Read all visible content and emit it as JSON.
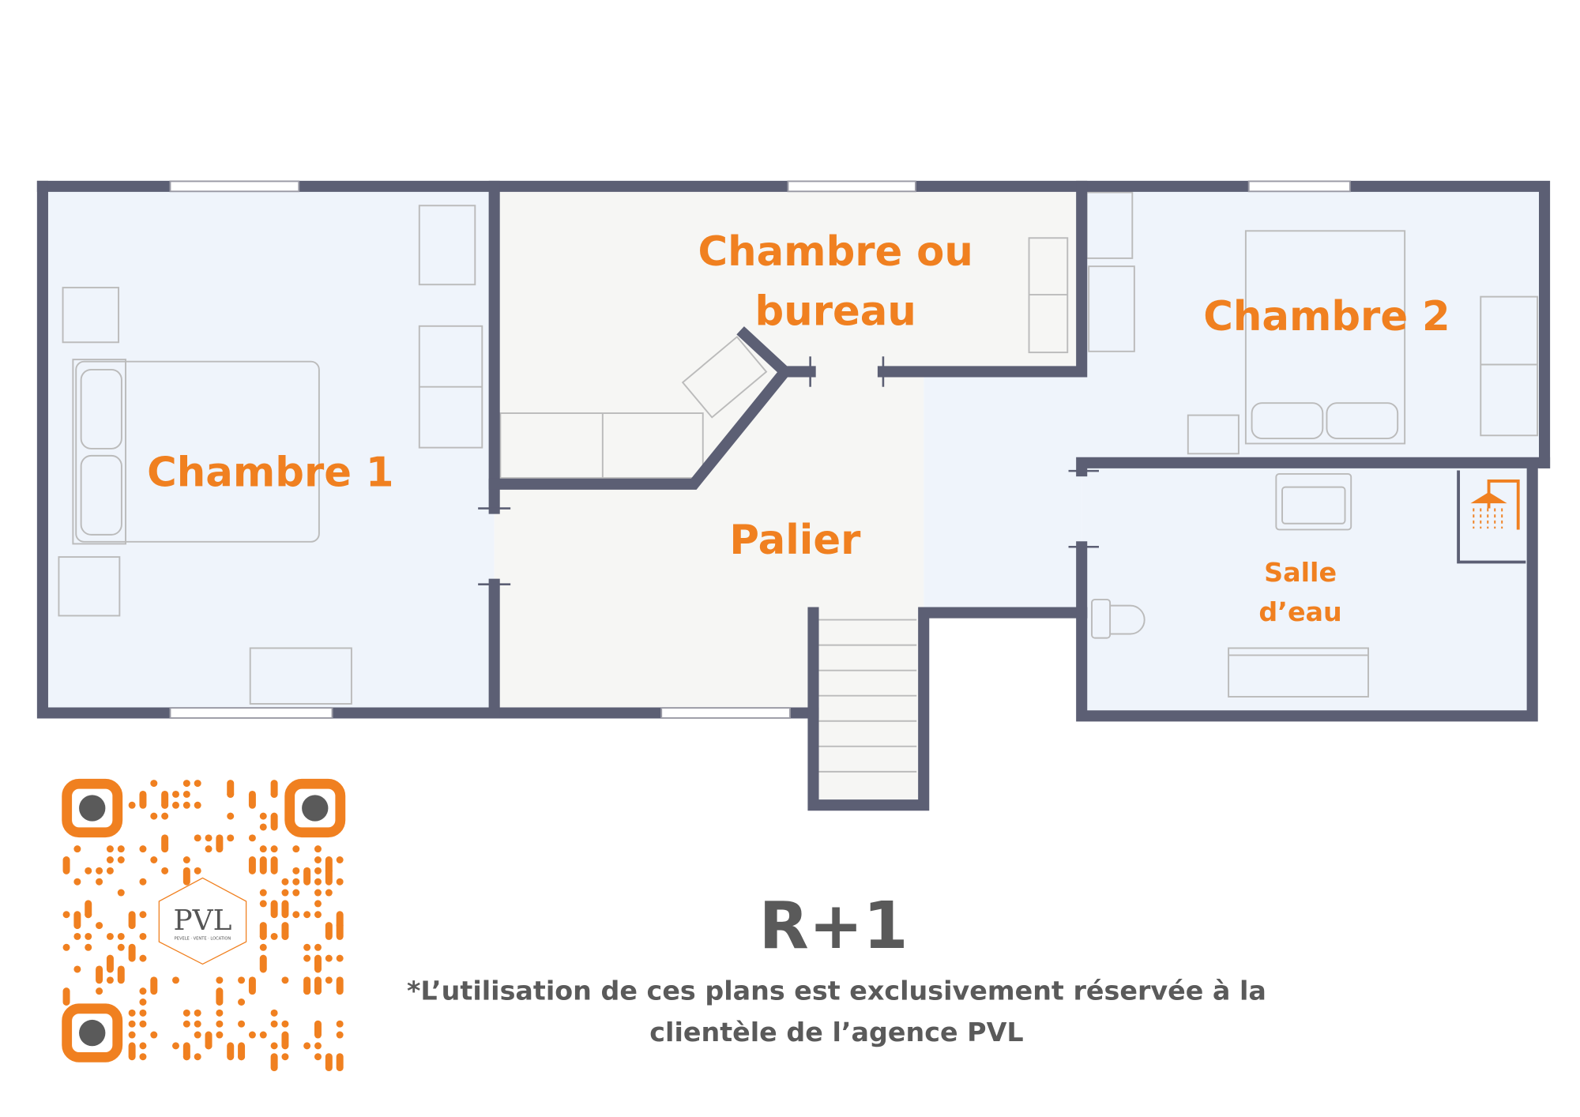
{
  "colors": {
    "wall": "#5c5f74",
    "accent": "#f08020",
    "room_blue": "#eff4fb",
    "room_grey": "#f6f6f4",
    "text": "#5a5a5a"
  },
  "rooms": {
    "chambre1": "Chambre 1",
    "bureau_line1": "Chambre ou",
    "bureau_line2": "bureau",
    "chambre2": "Chambre 2",
    "palier": "Palier",
    "salle_line1": "Salle",
    "salle_line2": "d’eau"
  },
  "floor_level": "R+1",
  "disclaimer_line1": "*L’utilisation de ces plans est exclusivement réservée à la",
  "disclaimer_line2": "clientèle de l’agence PVL",
  "qr": {
    "logo_text": "PVL",
    "logo_tagline": "PEVELE · VENTE · LOCATION"
  },
  "icons": [
    "shower-icon",
    "qr-code"
  ]
}
